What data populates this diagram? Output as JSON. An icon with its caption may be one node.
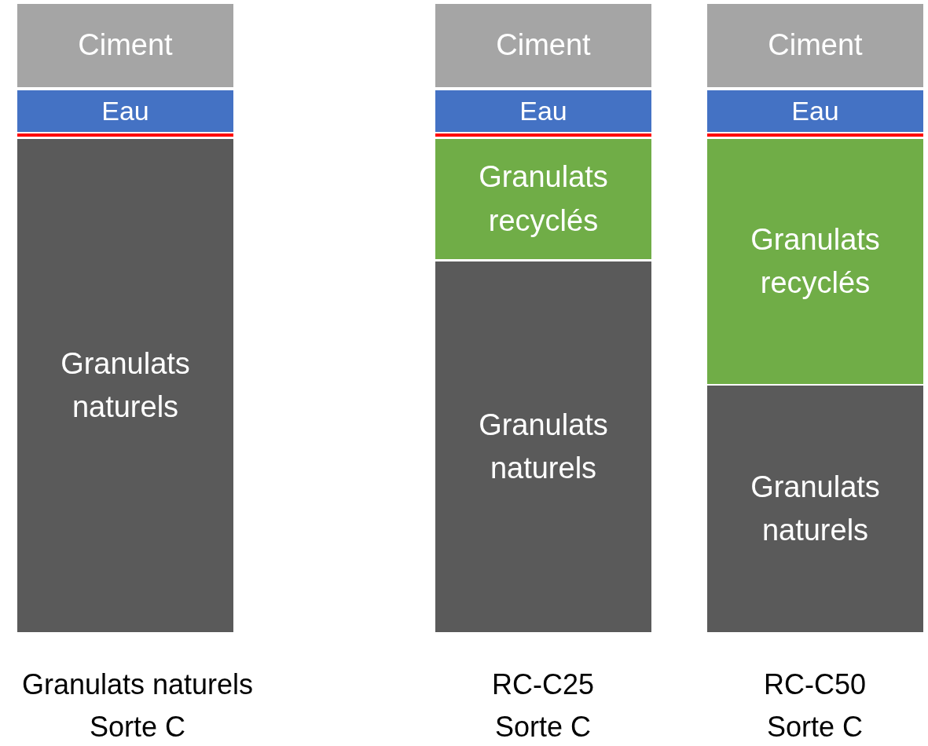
{
  "diagram": {
    "nodes": [
      {
        "text": [
          "Ciment"
        ]
      },
      {
        "text": [
          "Eau"
        ]
      },
      {
        "text": [],
        "shape": "bar"
      },
      {
        "text": [
          "Granulats naturels"
        ]
      },
      {
        "text": [
          "Ciment"
        ]
      },
      {
        "text": [
          "Eau"
        ]
      },
      {
        "text": [],
        "shape": "bar"
      },
      {
        "text": [
          "Granulats recyclés"
        ]
      },
      {
        "text": [
          "Granulats naturels"
        ]
      },
      {
        "text": [
          "Ciment"
        ]
      },
      {
        "text": [
          "Eau"
        ]
      },
      {
        "text": [],
        "shape": "bar"
      },
      {
        "text": [
          "Granulats recyclés"
        ]
      },
      {
        "text": [
          "Granulats naturels"
        ]
      }
    ],
    "labels": [
      "Granulats naturels Sorte C",
      "RC-C25 Sorte C",
      "RC-C50 Sorte C"
    ]
  }
}
